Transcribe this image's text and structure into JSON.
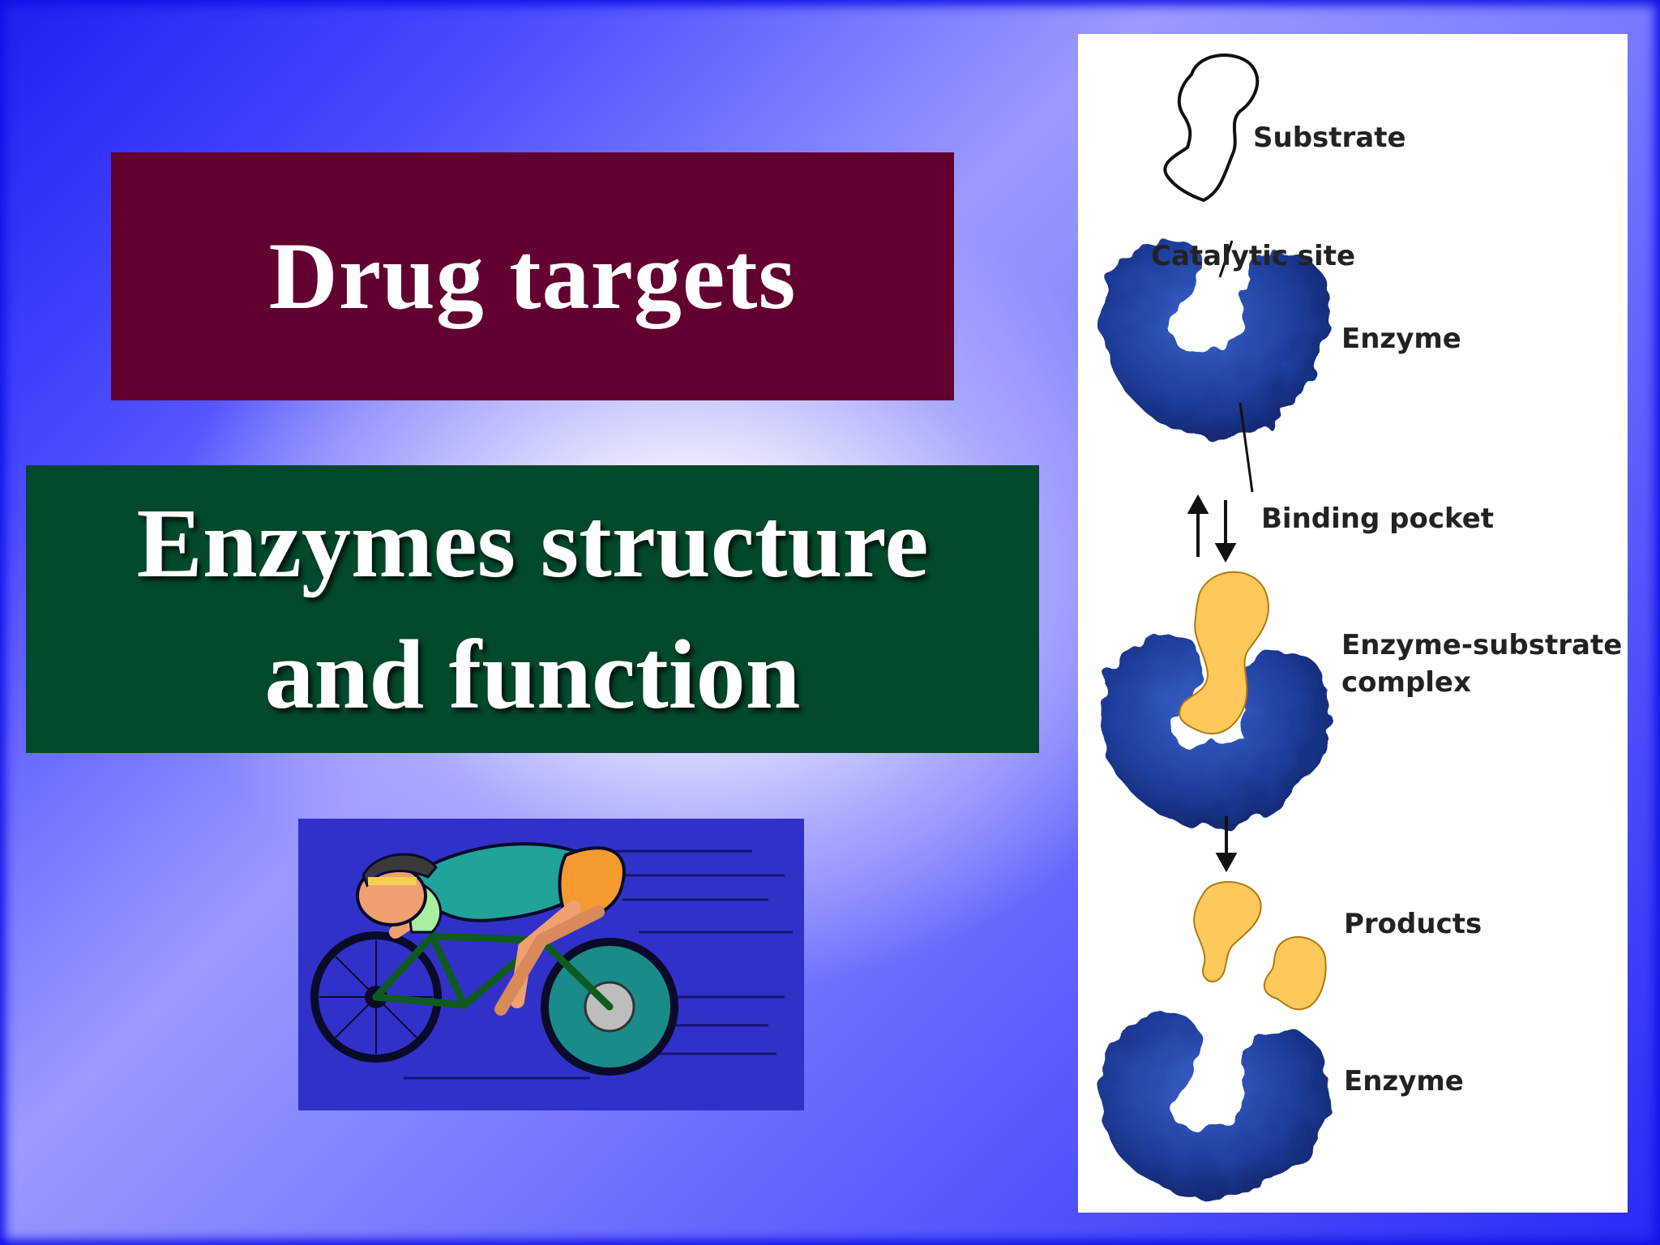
{
  "slide": {
    "title": "Drug targets",
    "subtitle_line1": "Enzymes structure",
    "subtitle_line2": "and function",
    "illustration": "cyclist-racing-clipart"
  },
  "diagram": {
    "labels": {
      "substrate": "Substrate",
      "catalytic_site": "Catalytic site",
      "enzyme_top": "Enzyme",
      "binding_pocket": "Binding pocket",
      "complex_line1": "Enzyme-substrate",
      "complex_line2": "complex",
      "products": "Products",
      "enzyme_bottom": "Enzyme"
    },
    "colors": {
      "enzyme": "#1f3f9e",
      "substrate": "#ffc85a",
      "slide_bg": "#3a3aff",
      "title_box": "#620030",
      "subtitle_box": "#034a2c"
    }
  }
}
